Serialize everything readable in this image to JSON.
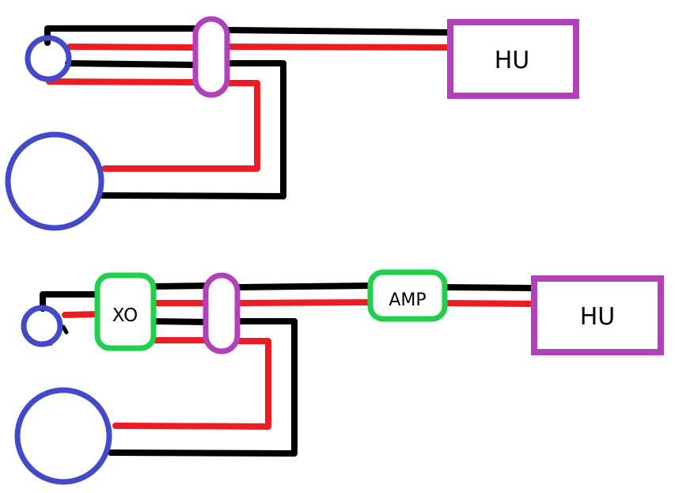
{
  "colors": {
    "speaker": "#4349c8",
    "connector": "#b041b8",
    "head_unit": "#b041b8",
    "inline_box": "#1ed04a",
    "positive_wire": "#ec1c24",
    "negative_wire": "#000000",
    "background": "#ffffff"
  },
  "top": {
    "head_unit": {
      "label": "HU"
    }
  },
  "bottom": {
    "head_unit": {
      "label": "HU"
    },
    "crossover": {
      "label": "XO"
    },
    "amplifier": {
      "label": "AMP"
    }
  }
}
